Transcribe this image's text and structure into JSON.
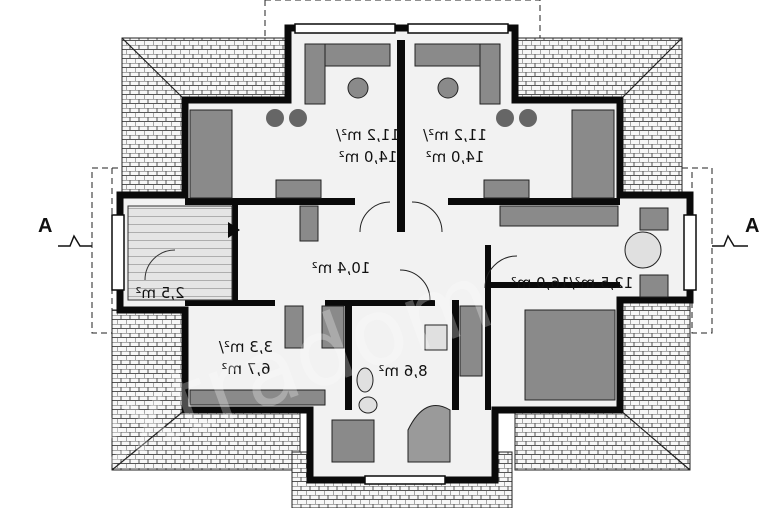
{
  "section_marks": {
    "left": "A",
    "right": "A"
  },
  "rooms": {
    "bedroom_left": {
      "line1": "11,2 m²/",
      "line2": "14,0 m²"
    },
    "bedroom_right": {
      "line1": "11,2 m²/",
      "line2": "14,0 m²"
    },
    "hall": {
      "line1": "10,4 m²"
    },
    "staircase": {
      "line1": "2,5 m²"
    },
    "master_bedroom": {
      "line1": "12,5 m²/16,0 m²"
    },
    "wardrobe": {
      "line1": "3,3 m²/",
      "line2": "6,7 m²"
    },
    "bathroom": {
      "line1": "8,6 m²"
    }
  },
  "watermark": "extradom",
  "colors": {
    "wall": "#0a0a0a",
    "roof": "#6f6f6f",
    "floor": "#f2f2f2",
    "furniture": "#8a8a8a"
  }
}
